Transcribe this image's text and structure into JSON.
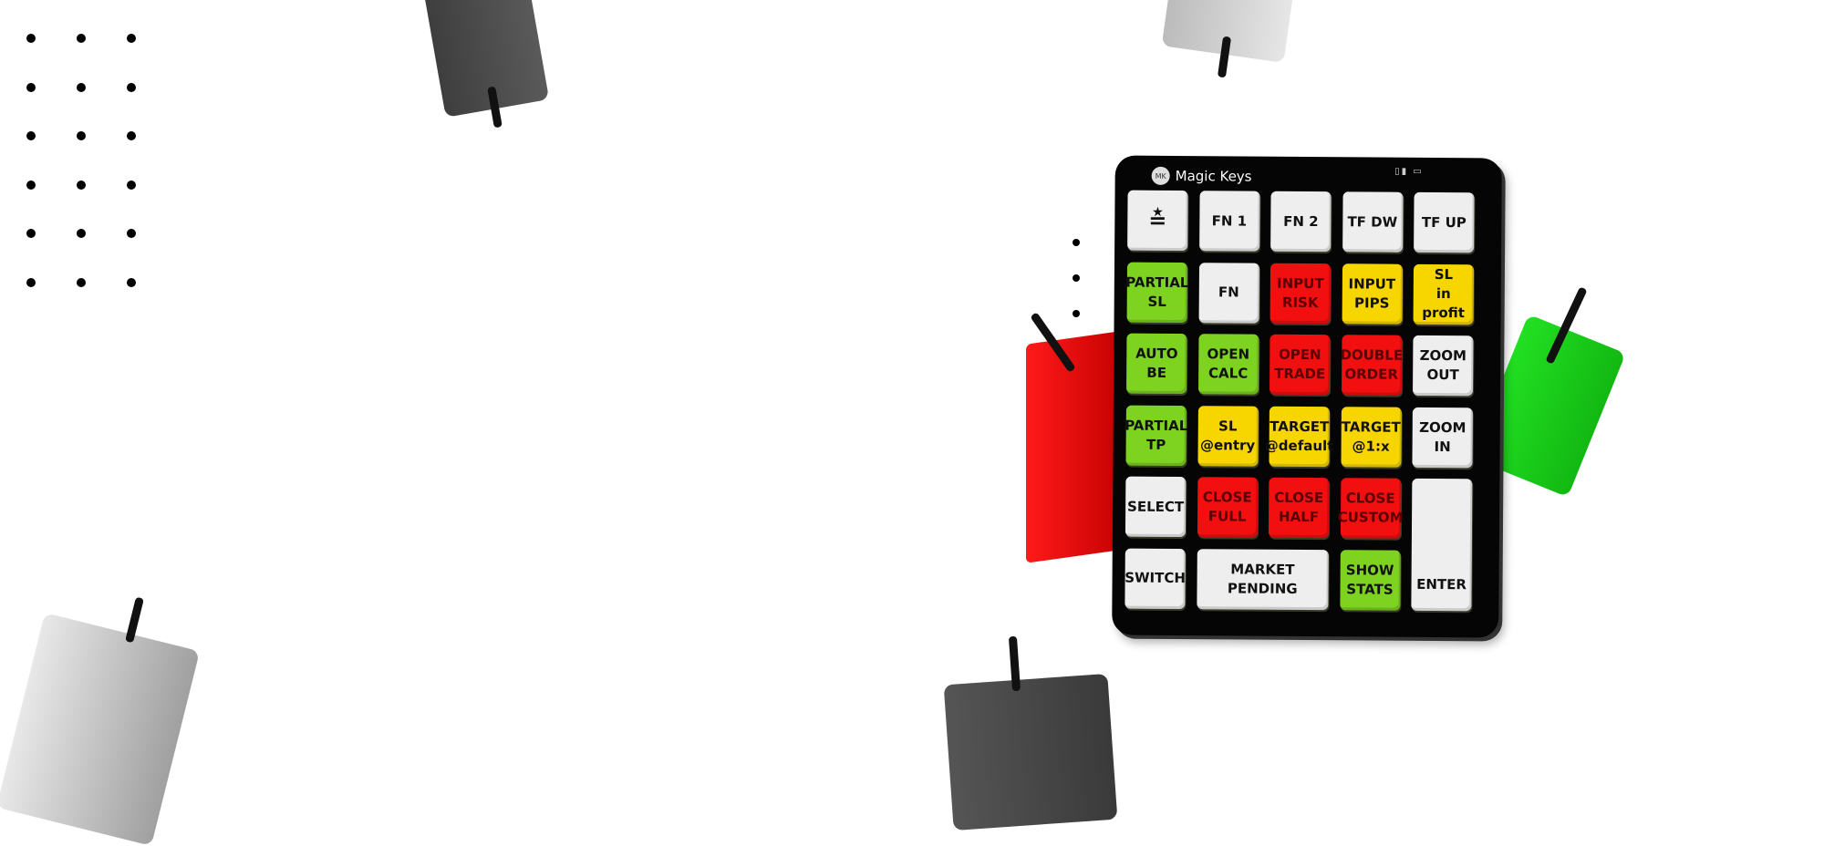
{
  "device": {
    "brand": "Magic Keys",
    "logo_text": "MK",
    "status_icons": "▯▮ ▭",
    "colors": {
      "white": "#eeeeee",
      "green": "#7ed321",
      "red": "#f20f0f",
      "yellow": "#f7d600",
      "body": "#050505"
    },
    "keys": [
      {
        "lines": [
          "≛"
        ],
        "icon": "menu-crown-icon",
        "color": "white",
        "col": 0,
        "row": 0
      },
      {
        "lines": [
          "FN 1"
        ],
        "color": "white",
        "col": 1,
        "row": 0
      },
      {
        "lines": [
          "FN 2"
        ],
        "color": "white",
        "col": 2,
        "row": 0
      },
      {
        "lines": [
          "TF DW"
        ],
        "color": "white",
        "col": 3,
        "row": 0
      },
      {
        "lines": [
          "TF UP"
        ],
        "color": "white",
        "col": 4,
        "row": 0
      },
      {
        "lines": [
          "PARTIAL",
          "SL"
        ],
        "color": "green",
        "col": 0,
        "row": 1
      },
      {
        "lines": [
          "FN"
        ],
        "color": "white",
        "col": 1,
        "row": 1
      },
      {
        "lines": [
          "INPUT",
          "RISK"
        ],
        "color": "red",
        "col": 2,
        "row": 1
      },
      {
        "lines": [
          "INPUT",
          "PIPS"
        ],
        "color": "yellow",
        "col": 3,
        "row": 1
      },
      {
        "lines": [
          "SL",
          "in profit"
        ],
        "color": "yellow",
        "col": 4,
        "row": 1
      },
      {
        "lines": [
          "AUTO",
          "BE"
        ],
        "color": "green",
        "col": 0,
        "row": 2
      },
      {
        "lines": [
          "OPEN",
          "CALC"
        ],
        "color": "green",
        "col": 1,
        "row": 2
      },
      {
        "lines": [
          "OPEN",
          "TRADE"
        ],
        "color": "red",
        "col": 2,
        "row": 2
      },
      {
        "lines": [
          "DOUBLE",
          "ORDER"
        ],
        "color": "red",
        "col": 3,
        "row": 2
      },
      {
        "lines": [
          "ZOOM",
          "OUT"
        ],
        "color": "white",
        "col": 4,
        "row": 2
      },
      {
        "lines": [
          "PARTIAL",
          "TP"
        ],
        "color": "green",
        "col": 0,
        "row": 3
      },
      {
        "lines": [
          "SL",
          "@entry"
        ],
        "color": "yellow",
        "col": 1,
        "row": 3
      },
      {
        "lines": [
          "TARGET",
          "@default"
        ],
        "color": "yellow",
        "col": 2,
        "row": 3
      },
      {
        "lines": [
          "TARGET",
          "@1:x"
        ],
        "color": "yellow",
        "col": 3,
        "row": 3
      },
      {
        "lines": [
          "ZOOM",
          "IN"
        ],
        "color": "white",
        "col": 4,
        "row": 3
      },
      {
        "lines": [
          "SELECT"
        ],
        "color": "white",
        "col": 0,
        "row": 4
      },
      {
        "lines": [
          "CLOSE",
          "FULL"
        ],
        "color": "red",
        "col": 1,
        "row": 4
      },
      {
        "lines": [
          "CLOSE",
          "HALF"
        ],
        "color": "red",
        "col": 2,
        "row": 4
      },
      {
        "lines": [
          "CLOSE",
          "CUSTOM"
        ],
        "color": "red",
        "col": 3,
        "row": 4
      },
      {
        "lines": [
          "ENTER"
        ],
        "color": "white",
        "col": 4,
        "row": 4,
        "rowspan": 2,
        "align": "bottom"
      },
      {
        "lines": [
          "SWITCH"
        ],
        "color": "white",
        "col": 0,
        "row": 5
      },
      {
        "lines": [
          "MARKET",
          "PENDING"
        ],
        "color": "white",
        "col": 1,
        "row": 5,
        "colspan": 2
      },
      {
        "lines": [
          "SHOW",
          "STATS"
        ],
        "color": "green",
        "col": 3,
        "row": 5
      }
    ]
  }
}
